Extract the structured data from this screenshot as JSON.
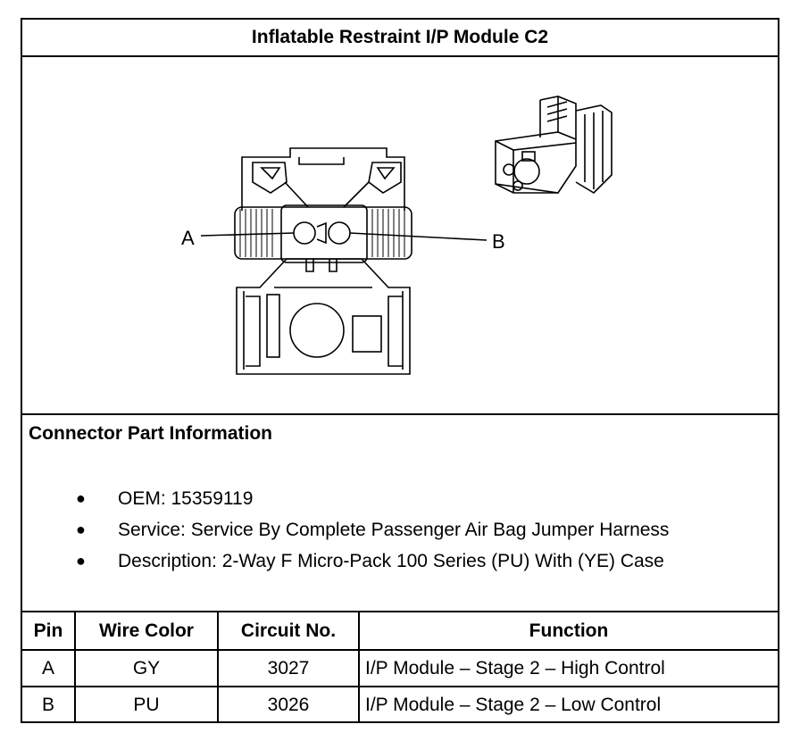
{
  "title": "Inflatable Restraint I/P Module C2",
  "figure": {
    "label_a": "A",
    "label_b": "B"
  },
  "connector_info": {
    "heading": "Connector Part Information",
    "items": [
      "OEM: 15359119",
      "Service: Service By Complete Passenger Air Bag Jumper Harness",
      "Description: 2-Way F Micro-Pack 100 Series (PU) With (YE) Case"
    ]
  },
  "pin_table": {
    "headers": [
      "Pin",
      "Wire Color",
      "Circuit No.",
      "Function"
    ],
    "rows": [
      [
        "A",
        "GY",
        "3027",
        "I/P Module – Stage 2 – High Control"
      ],
      [
        "B",
        "PU",
        "3026",
        "I/P Module – Stage 2 – Low Control"
      ]
    ]
  }
}
